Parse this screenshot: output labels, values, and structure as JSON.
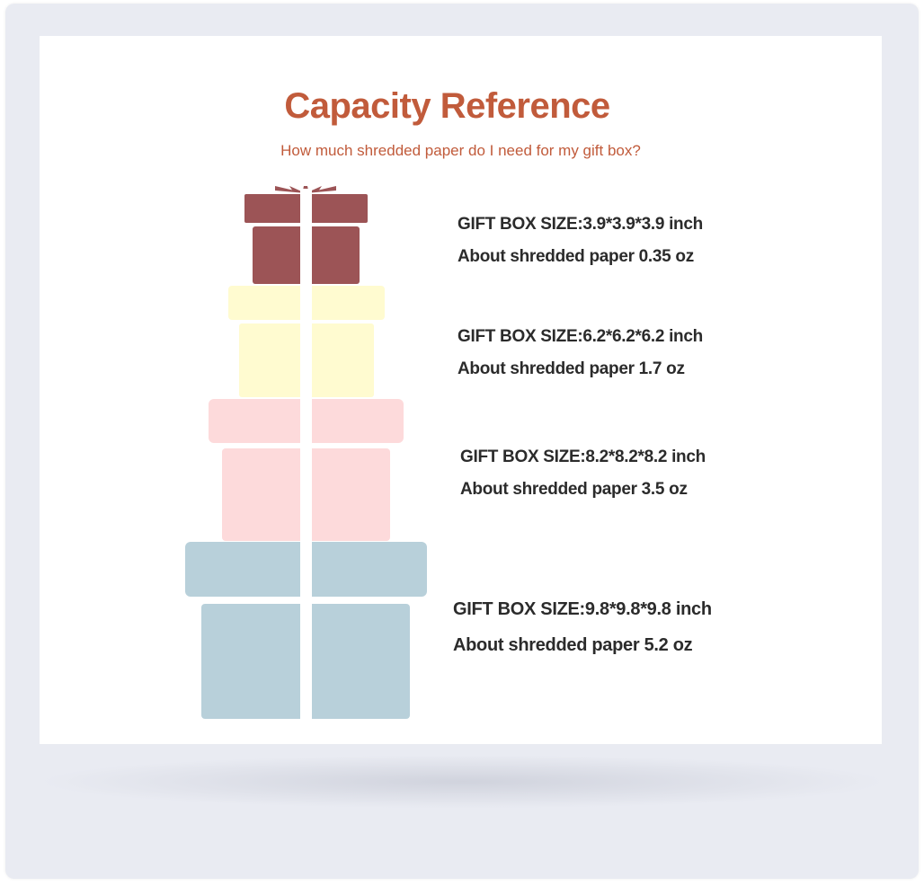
{
  "header": {
    "title": "Capacity Reference",
    "subtitle": "How much shredded paper do I need for my gift box?"
  },
  "boxes": [
    {
      "size_text": "GIFT BOX SIZE:3.9*3.9*3.9 inch",
      "paper_text": "About shredded paper 0.35 oz",
      "color": "#9c5456"
    },
    {
      "size_text": "GIFT BOX SIZE:6.2*6.2*6.2 inch",
      "paper_text": "About shredded paper 1.7 oz",
      "color": "#fffbd0"
    },
    {
      "size_text": "GIFT BOX SIZE:8.2*8.2*8.2 inch",
      "paper_text": "About shredded paper 3.5 oz",
      "color": "#fddadb"
    },
    {
      "size_text": "GIFT BOX SIZE:9.8*9.8*9.8 inch",
      "paper_text": "About shredded paper 5.2 oz",
      "color": "#b8d0da"
    }
  ],
  "colors": {
    "accent": "#c15b3b",
    "frame": "#e9ebf2",
    "text": "#2b2b2b"
  }
}
